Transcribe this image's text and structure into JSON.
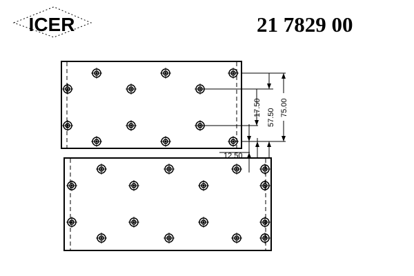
{
  "brand": {
    "logo_text": "ICER"
  },
  "part_number": "21 7829 00",
  "dimensions": {
    "d1": "17.50",
    "d2": "57.50",
    "d3": "75.00",
    "d4": "12.50"
  }
}
